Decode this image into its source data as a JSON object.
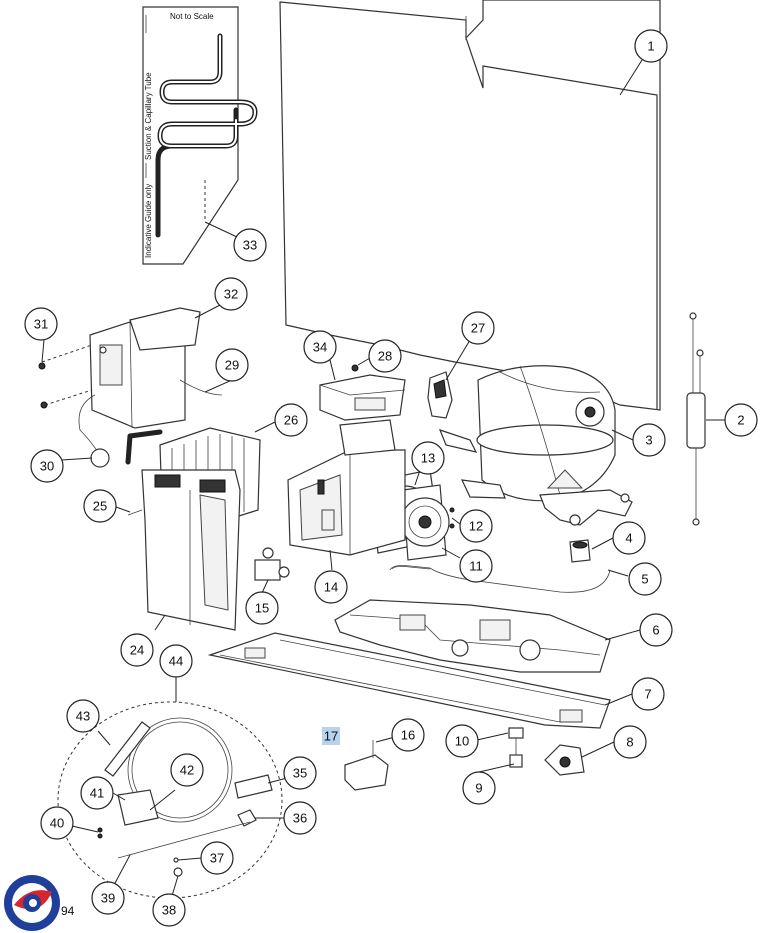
{
  "diagram": {
    "tube_card": {
      "not_to_scale": "Not to Scale",
      "suction_label": "Suction & Capillary Tube",
      "guide_label": "Indicative Guide only"
    },
    "page_number": "94",
    "highlighted_callout": "17",
    "callouts": [
      "1",
      "2",
      "3",
      "4",
      "5",
      "6",
      "7",
      "8",
      "9",
      "10",
      "11",
      "12",
      "13",
      "14",
      "15",
      "16",
      "17",
      "24",
      "25",
      "26",
      "27",
      "28",
      "29",
      "30",
      "31",
      "32",
      "33",
      "34",
      "35",
      "36",
      "37",
      "38",
      "39",
      "40",
      "41",
      "42",
      "43",
      "44"
    ]
  },
  "colors": {
    "highlight": "#b9d3ee",
    "logo_blue": "#1f3f9a",
    "logo_red": "#d9262c"
  }
}
